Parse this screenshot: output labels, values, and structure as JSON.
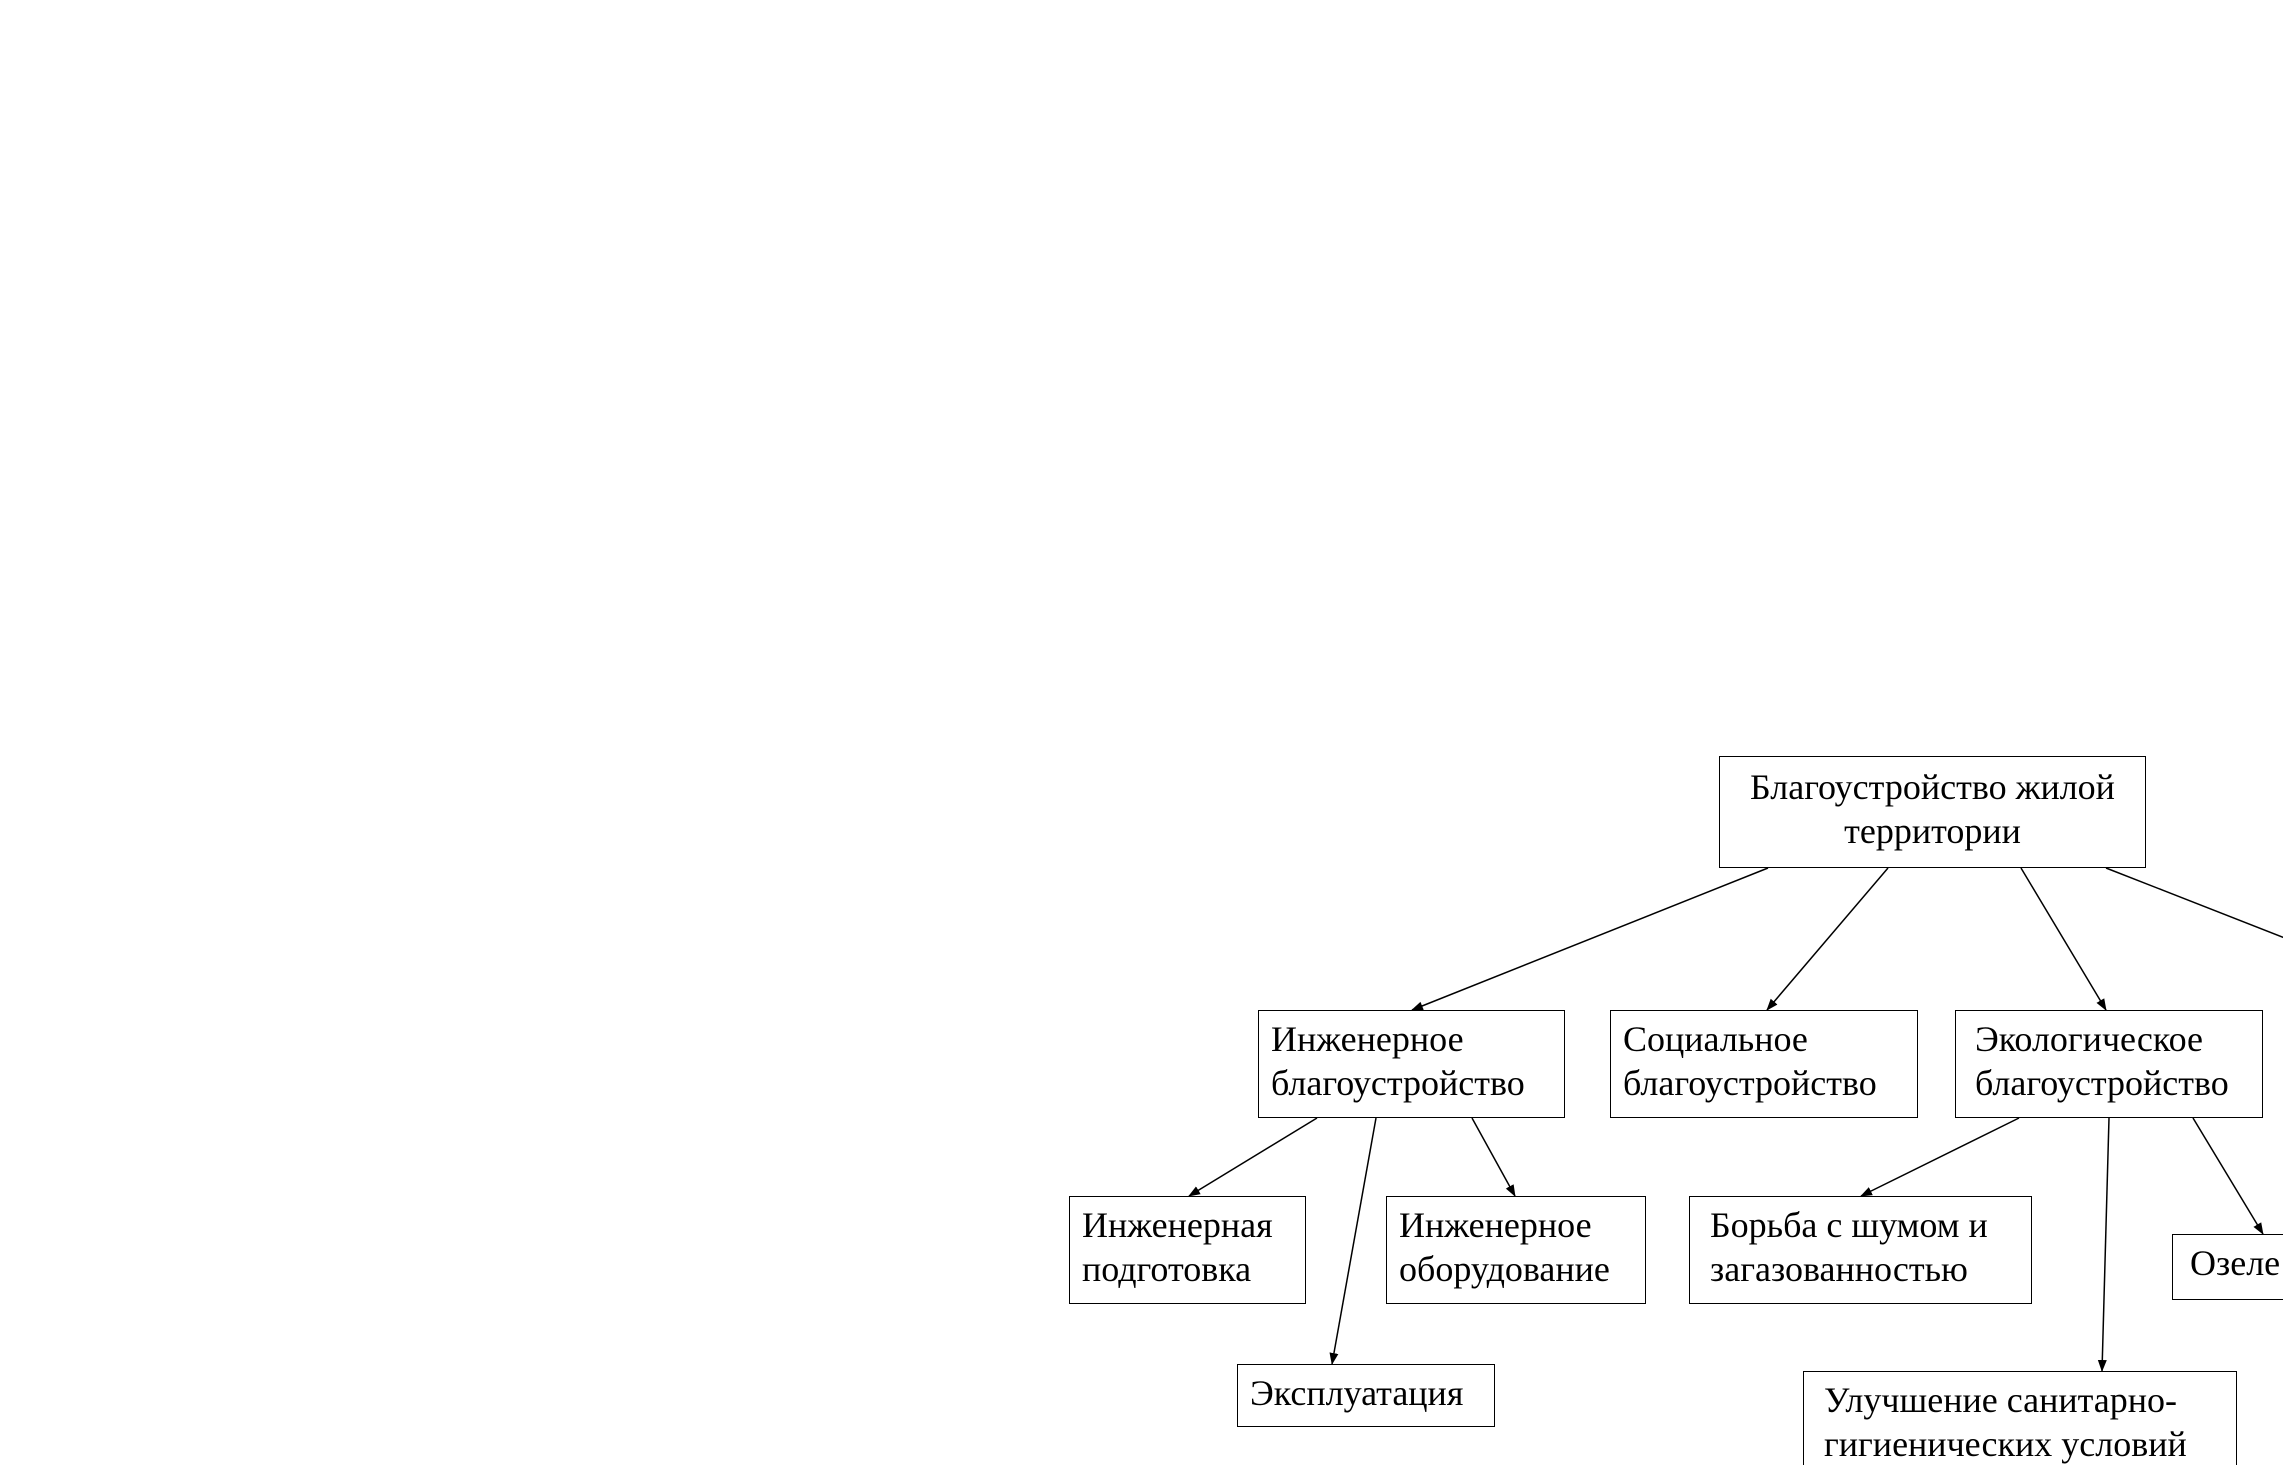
{
  "diagram": {
    "root": {
      "line1": "Благоустройство жилой",
      "line2": "территории"
    },
    "level1": [
      {
        "line1": "Инженерное",
        "line2": "благоустройство"
      },
      {
        "line1": "Социальное",
        "line2": "благоустройство"
      },
      {
        "line1": "Экологическое",
        "line2": "благоустройство"
      }
    ],
    "engineering_children": [
      {
        "line1": "Инженерная",
        "line2": "подготовка"
      },
      {
        "line1": "Инженерное",
        "line2": "оборудование"
      },
      {
        "line1": "Эксплуатация"
      }
    ],
    "ecology_children": [
      {
        "line1": "Борьба с шумом и",
        "line2": "загазованностью"
      },
      {
        "line1": "Улучшение санитарно-",
        "line2": "гигиенических условий"
      },
      {
        "line1": "Озеле"
      }
    ]
  }
}
